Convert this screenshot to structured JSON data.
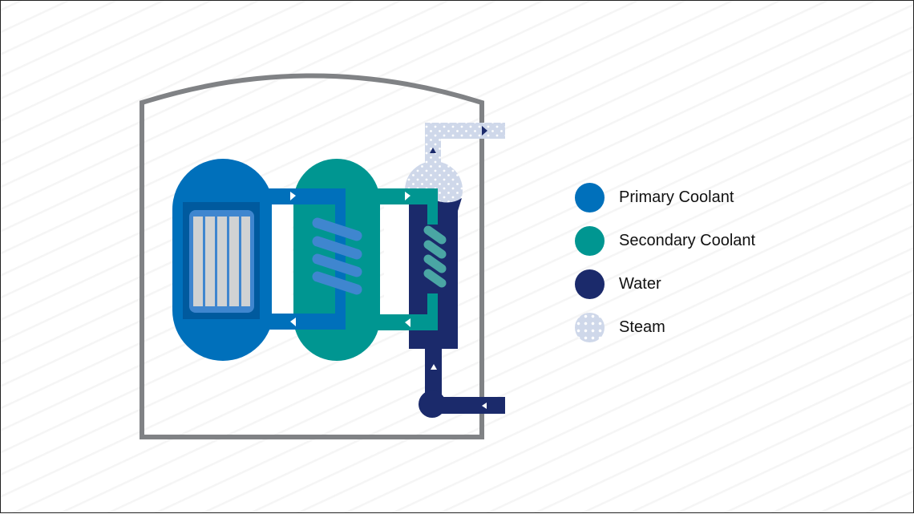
{
  "title": "Reactor coolant loop diagram",
  "colors": {
    "primary_coolant": "#0070bb",
    "primary_dark": "#005a9e",
    "coil_primary": "#3f86cf",
    "secondary_coolant": "#009691",
    "coil_secondary": "#4aa6a4",
    "water": "#1b2a6b",
    "steam": "#cfd8ea",
    "containment": "#808285",
    "fuel": "#d0d2d3"
  },
  "components": [
    "containment-building",
    "reactor-core",
    "intermediate-heat-exchanger",
    "steam-generator",
    "steam-outlet",
    "feedwater-inlet",
    "feedwater-pump"
  ],
  "legend": [
    {
      "key": "primary",
      "label": "Primary Coolant",
      "color": "#0070bb"
    },
    {
      "key": "secondary",
      "label": "Secondary Coolant",
      "color": "#009691"
    },
    {
      "key": "water",
      "label": "Water",
      "color": "#1b2a6b"
    },
    {
      "key": "steam",
      "label": "Steam",
      "color": "#cfd8ea"
    }
  ]
}
